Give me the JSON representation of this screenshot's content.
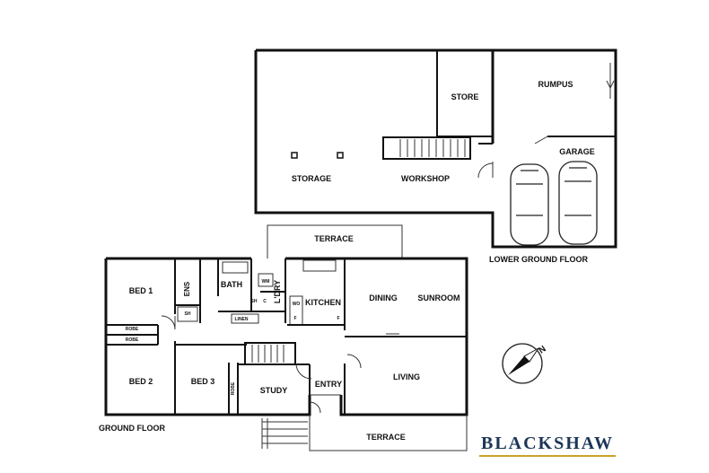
{
  "lower_ground": {
    "rooms": {
      "store": "STORE",
      "rumpus": "RUMPUS",
      "garage": "GARAGE",
      "storage": "STORAGE",
      "workshop": "WORKSHOP"
    },
    "floor_title": "LOWER GROUND FLOOR"
  },
  "ground": {
    "rooms": {
      "terrace_top": "TERRACE",
      "bed1": "BED 1",
      "ens": "ENS",
      "sh_ens": "SH",
      "bath": "BATH",
      "wm": "WM",
      "ldry": "L'DRY",
      "sh_bath": "SH",
      "c": "C",
      "linen": "LINEN",
      "kitchen": "KITCHEN",
      "wo": "WO",
      "f1": "F",
      "f2": "F",
      "dining": "DINING",
      "sunroom": "SUNROOM",
      "robe1": "ROBE",
      "robe2": "ROBE",
      "robe3": "ROBE",
      "bed2": "BED 2",
      "bed3": "BED 3",
      "study": "STUDY",
      "entry": "ENTRY",
      "living": "LIVING",
      "terrace_bottom": "TERRACE"
    },
    "floor_title": "GROUND FLOOR"
  },
  "compass_label": "N",
  "brand": "BLACKSHAW",
  "colors": {
    "wall": "#111111",
    "brand": "#1d3557",
    "brand_rule": "#c9a227"
  }
}
